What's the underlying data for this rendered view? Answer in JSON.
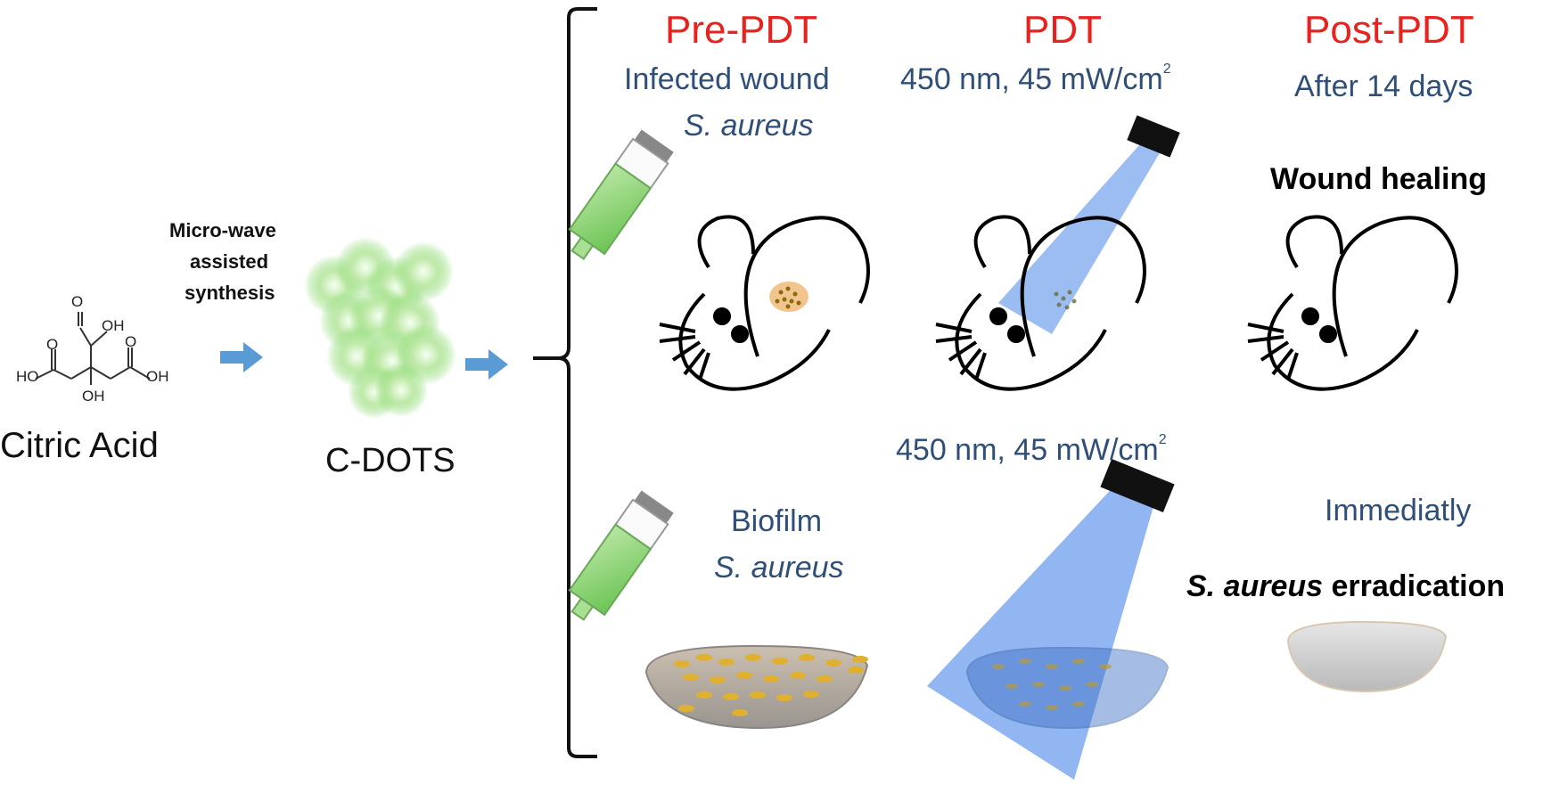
{
  "left": {
    "molecule_labels": {
      "oh_top": "OH",
      "o_top": "O",
      "ho_left": "HO",
      "oh_right": "OH",
      "oh_bottom": "OH",
      "o_left": "O",
      "o_right": "O"
    },
    "citric_acid": "Citric Acid",
    "microwave": [
      "Micro-wave",
      "assisted",
      "synthesis"
    ],
    "cdots": "C-DOTS"
  },
  "headers": {
    "pre": "Pre-PDT",
    "pdt": "PDT",
    "post": "Post-PDT"
  },
  "row1": {
    "pre_line1": "Infected wound",
    "pre_line2": "S. aureus",
    "pdt_light": "450 nm, 45 mW/cm",
    "pdt_sup": "2",
    "post_time": "After 14 days",
    "post_result": "Wound healing"
  },
  "row2": {
    "pdt_light": "450 nm, 45 mW/cm",
    "pdt_sup": "2",
    "pre_line1": "Biofilm",
    "pre_line2": "S. aureus",
    "post_time": "Immediatly",
    "post_result_ital": "S. aureus",
    "post_result_rest": " erradication"
  },
  "colors": {
    "header": "#e8231f",
    "label": "#2f4f78",
    "arrow": "#5b9bd5",
    "light_beam": "#4a86e8",
    "syringe": "#8fd27a",
    "bacteria": "#e0b030",
    "cdot_glow": "#7fe06a"
  }
}
